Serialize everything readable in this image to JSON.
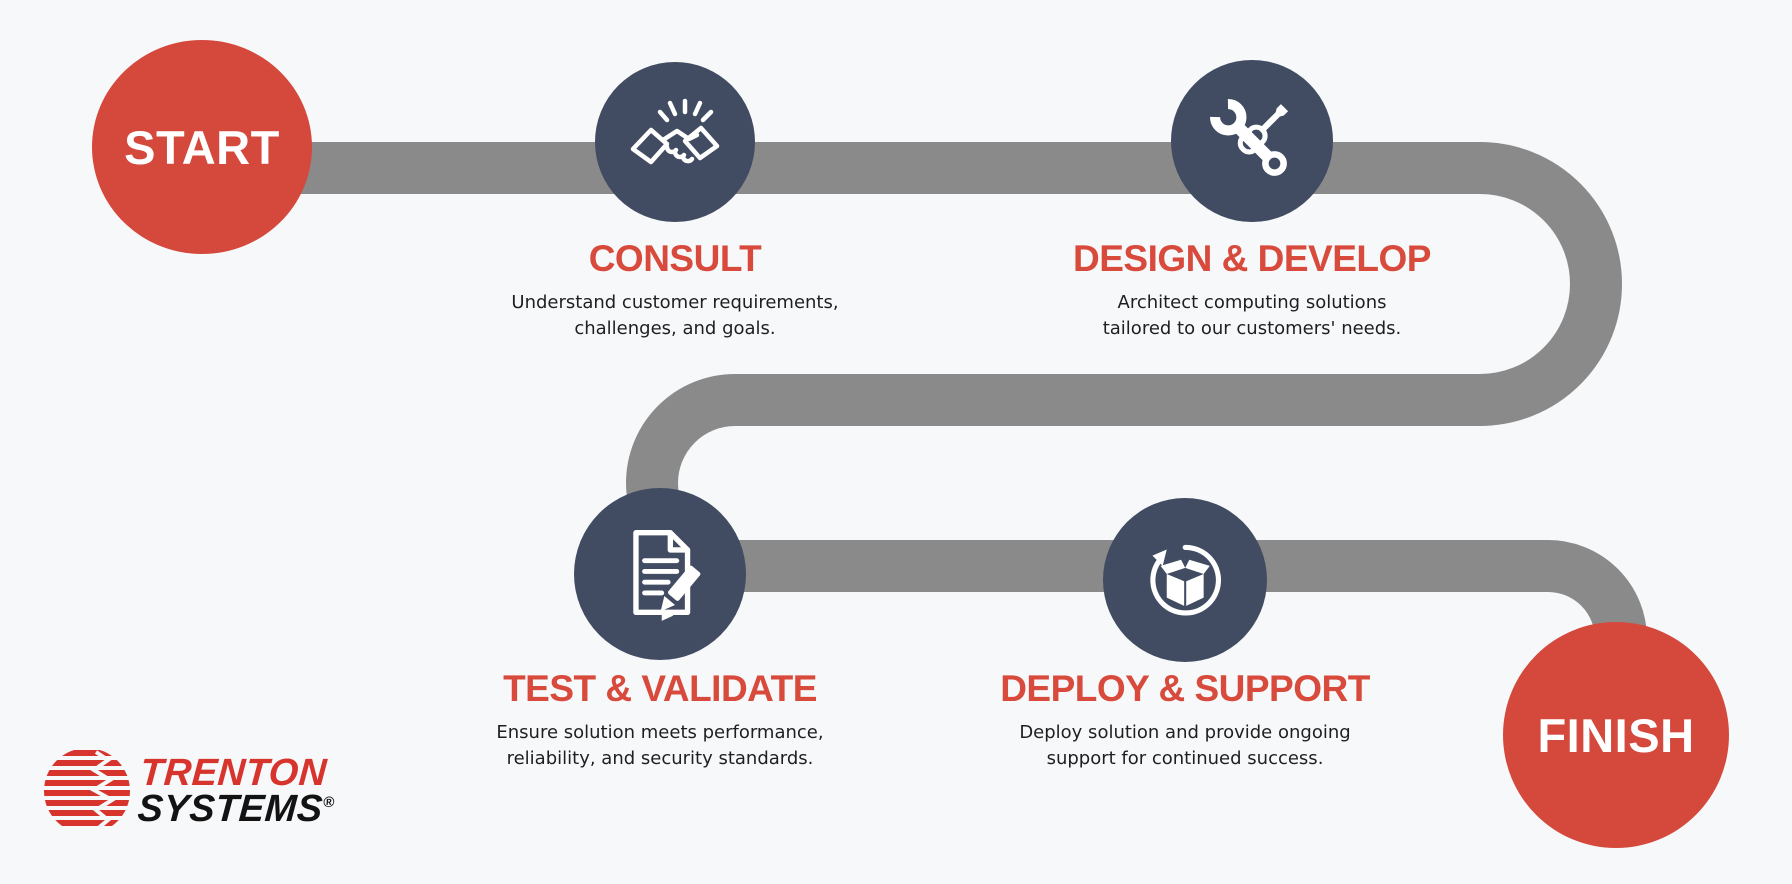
{
  "diagram": {
    "terminals": {
      "start_label": "START",
      "finish_label": "FINISH"
    },
    "steps": [
      {
        "id": "consult",
        "title": "CONSULT",
        "description": "Understand customer requirements,\nchallenges, and goals.",
        "icon": "handshake-icon"
      },
      {
        "id": "design-develop",
        "title": "DESIGN & DEVELOP",
        "description": "Architect computing solutions\ntailored to our customers' needs.",
        "icon": "wrench-screwdriver-icon"
      },
      {
        "id": "test-validate",
        "title": "TEST & VALIDATE",
        "description": "Ensure solution meets performance,\nreliability, and security standards.",
        "icon": "document-pencil-icon"
      },
      {
        "id": "deploy-support",
        "title": "DEPLOY & SUPPORT",
        "description": "Deploy solution and provide ongoing\nsupport for continued success.",
        "icon": "box-cycle-icon"
      }
    ],
    "logo": {
      "line1": "TRENTON",
      "line2": "SYSTEMS",
      "registered_mark": "®",
      "icon": "striped-globe-icon"
    },
    "colors": {
      "terminal_red": "#D5493D",
      "heading_red": "#D84A3C",
      "node_navy": "#414B61",
      "path_gray": "#8A8A8A",
      "background": "#F7F8FA",
      "body_text": "#1F1F1F",
      "logo_red": "#D7342E",
      "logo_black": "#131313"
    }
  }
}
